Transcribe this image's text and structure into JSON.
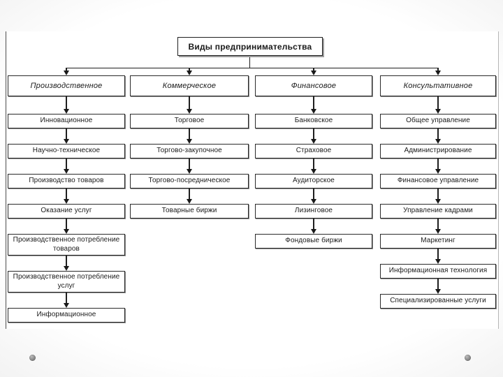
{
  "diagram": {
    "title": "Виды предпринимательства",
    "columns": [
      {
        "header": "Производственное",
        "items": [
          "Инновационное",
          "Научно-техническое",
          "Производство товаров",
          "Оказание услуг",
          "Производственное потребление товаров",
          "Производственное потребление услуг",
          "Информационное"
        ]
      },
      {
        "header": "Коммерческое",
        "items": [
          "Торговое",
          "Торгово-закупочное",
          "Торгово-посредническое",
          "Товарные биржи"
        ]
      },
      {
        "header": "Финансовое",
        "items": [
          "Банковское",
          "Страховое",
          "Аудиторское",
          "Лизинговое",
          "Фондовые биржи"
        ]
      },
      {
        "header": "Консультативное",
        "items": [
          "Общее управление",
          "Администрирование",
          "Финансовое управление",
          "Управление кадрами",
          "Маркетинг",
          "Информационная технология",
          "Специализированные услуги"
        ]
      }
    ],
    "colors": {
      "line": "#1f1f1f",
      "box_border": "#2a2a2a",
      "box_background": "#ffffff",
      "slide_background": "#dcdcdc",
      "text": "#1a1a1a"
    }
  }
}
